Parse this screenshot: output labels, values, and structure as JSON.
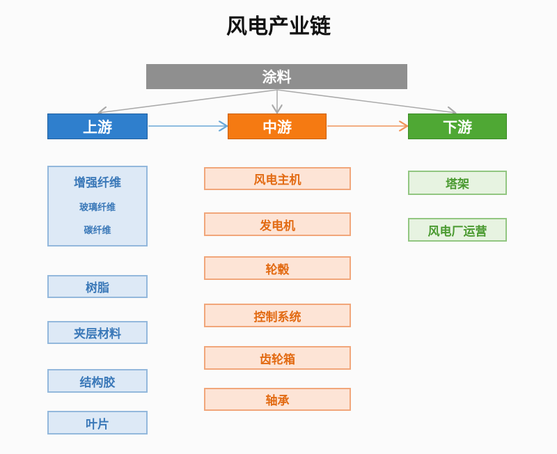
{
  "title": "风电产业链",
  "coating": "涂料",
  "stages": {
    "upstream": "上游",
    "midstream": "中游",
    "downstream": "下游"
  },
  "upstream": {
    "fiber": {
      "label": "增强纤维",
      "subs": [
        "玻璃纤维",
        "碳纤维"
      ]
    },
    "items": [
      "树脂",
      "夹层材料",
      "结构胶",
      "叶片"
    ]
  },
  "midstream": [
    "风电主机",
    "发电机",
    "轮毂",
    "控制系统",
    "齿轮箱",
    "轴承"
  ],
  "downstream": [
    "塔架",
    "风电厂运营"
  ],
  "colors": {
    "coating": "#8f8f8f",
    "upstream": "#2f7fcd",
    "midstream": "#f57a12",
    "downstream": "#4fa834"
  }
}
